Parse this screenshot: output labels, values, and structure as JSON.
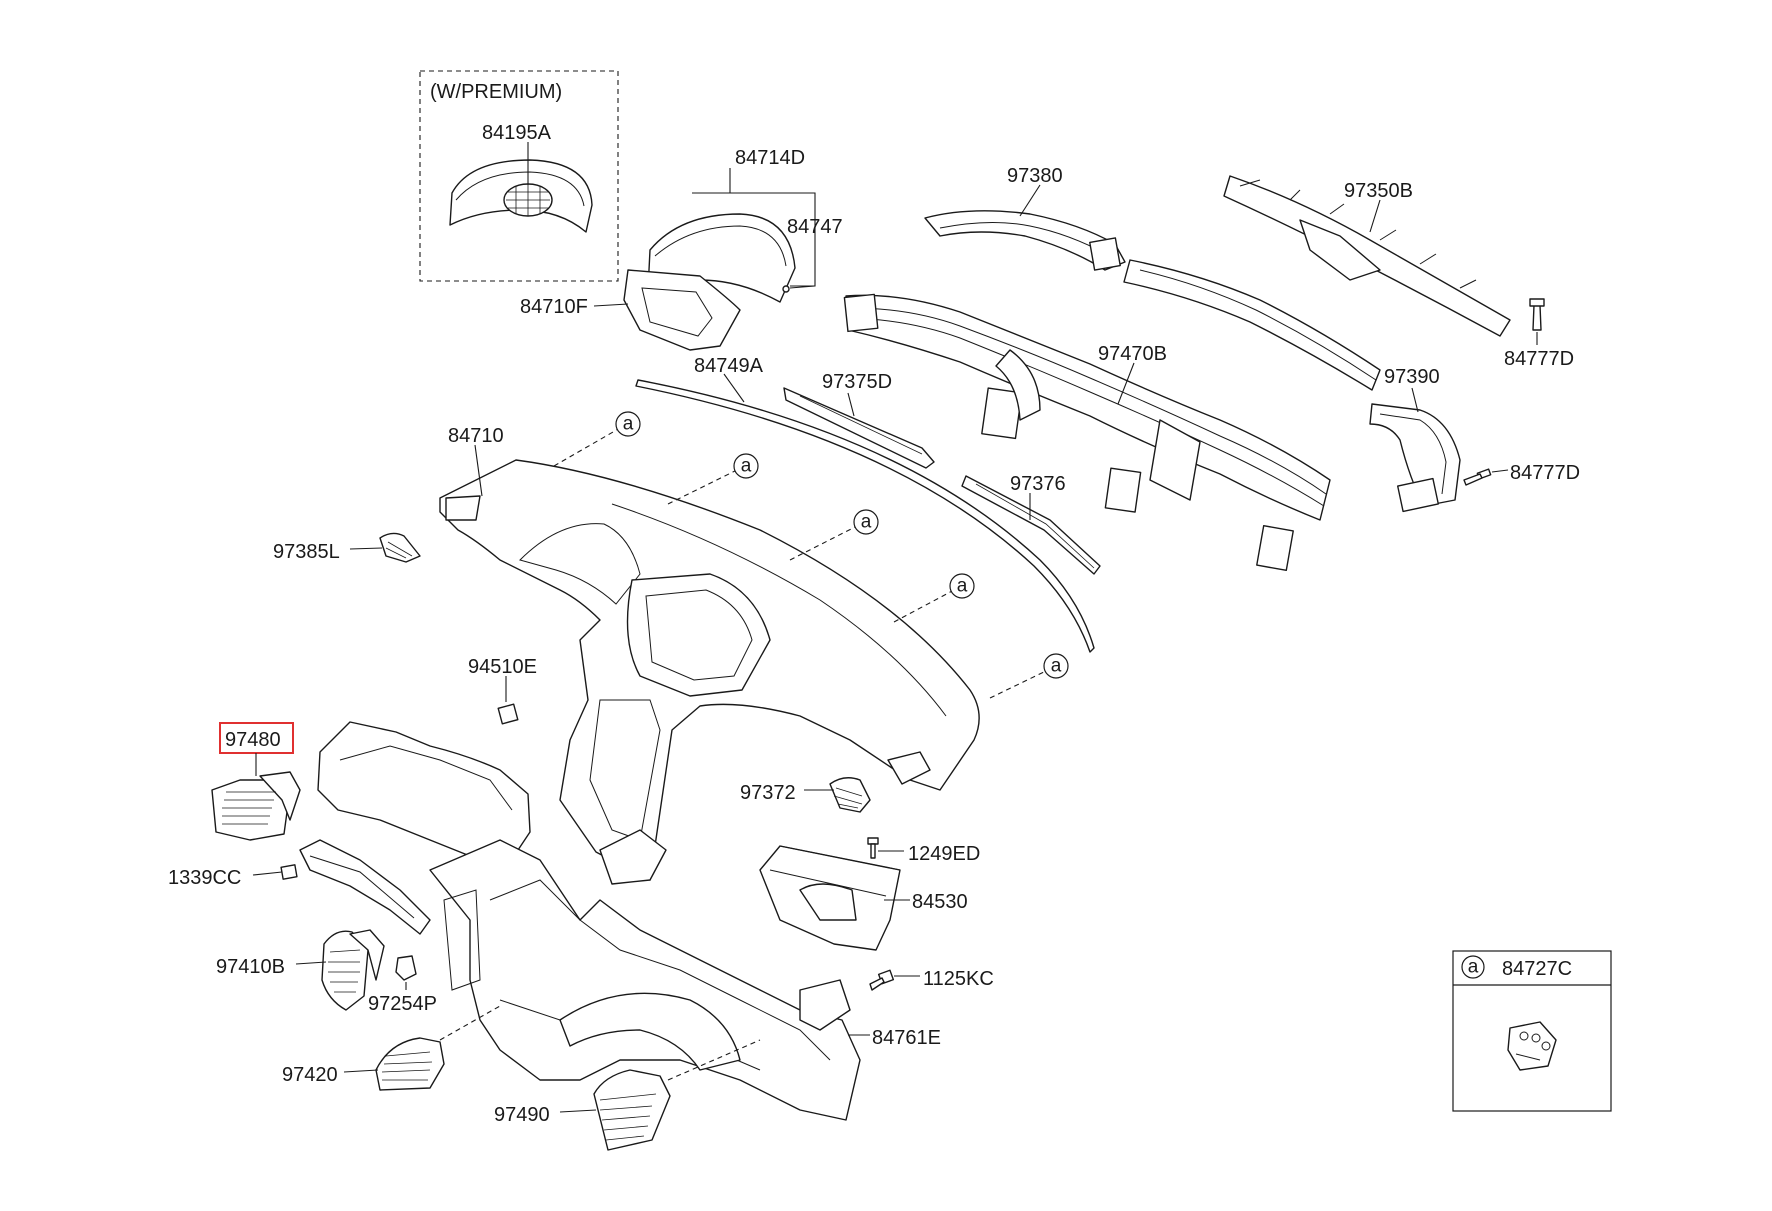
{
  "premium_box": {
    "title": "(W/PREMIUM)"
  },
  "legend": {
    "symbol": "a",
    "part": "84727C"
  },
  "callout_symbol": "a",
  "highlight_part": "97480",
  "highlight_color": "#e03030",
  "labels": {
    "p84195A": "84195A",
    "p84714D": "84714D",
    "p84747": "84747",
    "p84710F": "84710F",
    "p97380": "97380",
    "p97350B": "97350B",
    "p84777D_top": "84777D",
    "p97470B": "97470B",
    "p97390": "97390",
    "p84777D_mid": "84777D",
    "p84749A": "84749A",
    "p97375D": "97375D",
    "p84710": "84710",
    "p97376": "97376",
    "p97385L": "97385L",
    "p94510E": "94510E",
    "p97480": "97480",
    "p97372": "97372",
    "p1249ED": "1249ED",
    "p1339CC": "1339CC",
    "p84530": "84530",
    "p97410B": "97410B",
    "p1125KC": "1125KC",
    "p97254P": "97254P",
    "p84761E": "84761E",
    "p97420": "97420",
    "p97490": "97490"
  }
}
